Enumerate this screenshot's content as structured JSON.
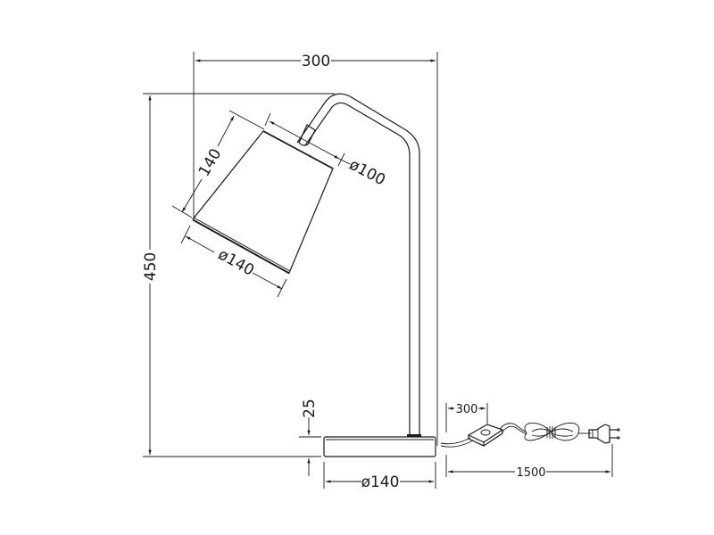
{
  "drawing": {
    "subject": "Table lamp dimension drawing",
    "line_color": "#1a1a1a",
    "background": "#ffffff"
  },
  "dimensions": {
    "overall_width": "300",
    "overall_height": "450",
    "shade_height": "140",
    "shade_top_diameter": "ø100",
    "shade_bottom_diameter": "ø140",
    "base_height": "25",
    "base_diameter": "ø140",
    "switch_distance": "300",
    "cable_length": "1500"
  },
  "parts": {
    "shade": "lamp-shade",
    "arm": "curved-arm",
    "base": "round-base",
    "cable": "power-cable",
    "switch": "inline-switch",
    "plug": "euro-plug"
  }
}
